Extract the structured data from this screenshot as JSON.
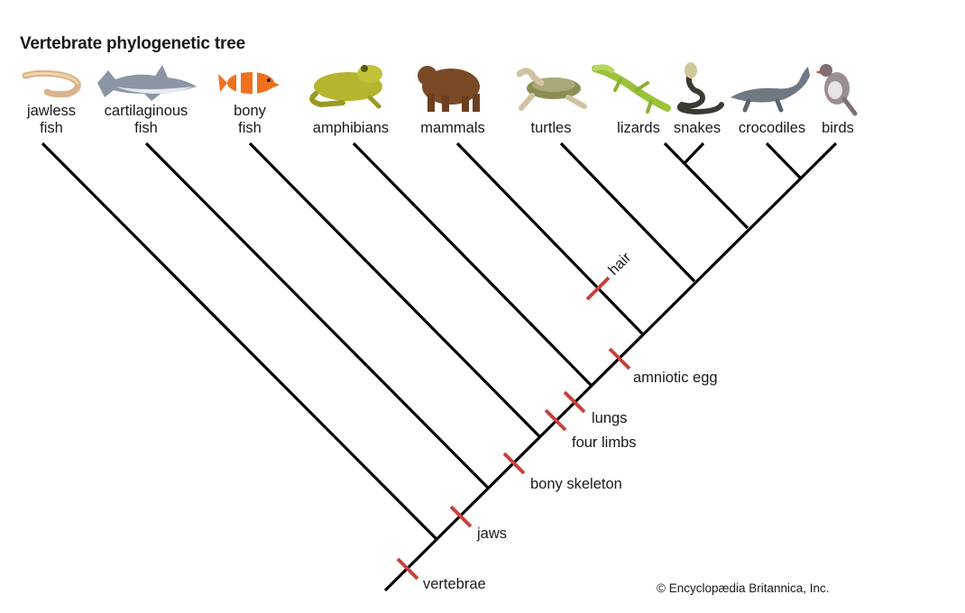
{
  "title": "Vertebrate phylogenetic tree",
  "taxa": [
    {
      "key": "jawless",
      "line1": "jawless",
      "line2": "fish",
      "icon": "lamprey-icon"
    },
    {
      "key": "cartilaginous",
      "line1": "cartilaginous",
      "line2": "fish",
      "icon": "shark-icon"
    },
    {
      "key": "bony",
      "line1": "bony",
      "line2": "fish",
      "icon": "clownfish-icon"
    },
    {
      "key": "amphibians",
      "line1": "",
      "line2": "amphibians",
      "icon": "frog-icon"
    },
    {
      "key": "mammals",
      "line1": "",
      "line2": "mammals",
      "icon": "bear-icon"
    },
    {
      "key": "turtles",
      "line1": "",
      "line2": "turtles",
      "icon": "turtle-icon"
    },
    {
      "key": "lizards",
      "line1": "",
      "line2": "lizards",
      "icon": "lizard-icon"
    },
    {
      "key": "snakes",
      "line1": "",
      "line2": "snakes",
      "icon": "snake-icon"
    },
    {
      "key": "crocodiles",
      "line1": "",
      "line2": "crocodiles",
      "icon": "crocodile-icon"
    },
    {
      "key": "birds",
      "line1": "",
      "line2": "birds",
      "icon": "bird-icon"
    }
  ],
  "traits": {
    "vertebrae": "vertebrae",
    "jaws": "jaws",
    "bony_skeleton": "bony skeleton",
    "four_limbs": "four limbs",
    "lungs": "lungs",
    "amniotic_egg": "amniotic egg",
    "hair": "hair"
  },
  "credit": "© Encyclopædia Britannica, Inc.",
  "colors": {
    "branch": "#000000",
    "marker": "#c8413a"
  }
}
